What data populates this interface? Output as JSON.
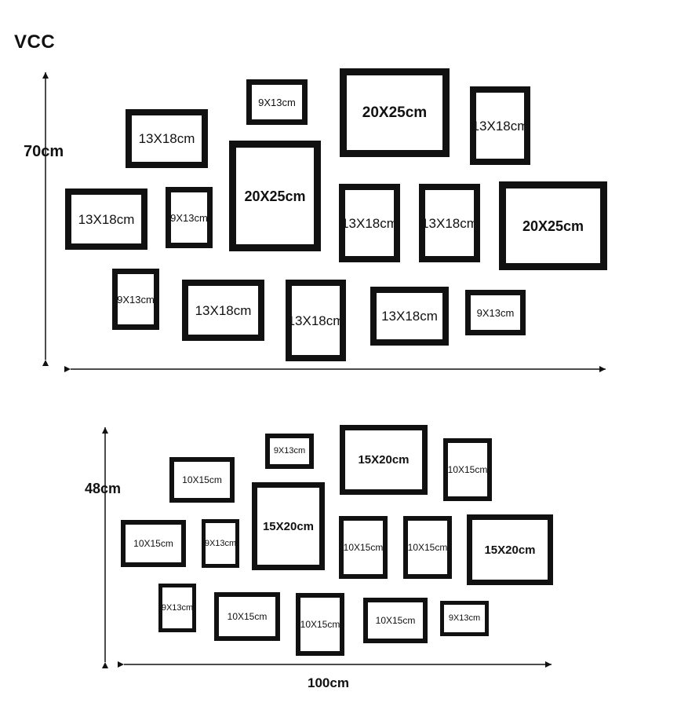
{
  "brand": "VCC",
  "layout_a": {
    "height_label": "70cm",
    "frames": [
      "9X13cm",
      "20X25cm",
      "13X18cm",
      "13X18cm",
      "20X25cm",
      "13X18cm",
      "9X13cm",
      "13X18cm",
      "13X18cm",
      "20X25cm",
      "9X13cm",
      "13X18cm",
      "13X18cm",
      "13X18cm",
      "9X13cm"
    ]
  },
  "layout_b": {
    "height_label": "48cm",
    "width_label": "100cm",
    "frames": [
      "9X13cm",
      "15X20cm",
      "10X15cm",
      "10X15cm",
      "15X20cm",
      "10X15cm",
      "9X13cm",
      "10X15cm",
      "10X15cm",
      "15X20cm",
      "9X13cm",
      "10X15cm",
      "10X15cm",
      "10X15cm",
      "9X13cm"
    ]
  },
  "colors": {
    "frame": "#111111",
    "background": "#ffffff"
  }
}
